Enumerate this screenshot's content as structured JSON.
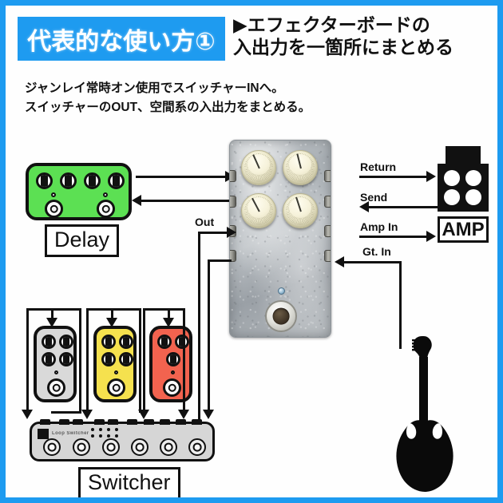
{
  "frame": {
    "border_color": "#1e9bf0"
  },
  "header": {
    "badge": "代表的な使い方①",
    "title_line1": "▶エフェクターボードの",
    "title_line2": "入出力を一箇所にまとめる"
  },
  "description": {
    "line1": "ジャンレイ常時オン使用でスイッチャーINへ。",
    "line2": "スイッチャーのOUT、空間系の入出力をまとめる。"
  },
  "devices": {
    "delay": {
      "label": "Delay",
      "color": "#5ce053",
      "knob_count": 4,
      "led_count": 2,
      "footswitch_count": 2
    },
    "switcher": {
      "label": "Switcher",
      "color": "#d6d6d6",
      "footswitch_count": 6,
      "jack_count": 10
    },
    "amp": {
      "label": "AMP",
      "color": "#111111"
    },
    "loop_pedals": [
      {
        "name": "pedal-gray",
        "color": "#d9d9d9",
        "knob_count": 4
      },
      {
        "name": "pedal-yellow",
        "color": "#f5e14e",
        "knob_count": 4
      },
      {
        "name": "pedal-red",
        "color": "#f2634f",
        "knob_count": 3
      }
    ],
    "main_pedal": {
      "name": "switcher-interface-pedal",
      "knob_count": 4,
      "footswitch_count": 1
    },
    "guitar": {
      "name": "electric-guitar"
    }
  },
  "connection_labels": {
    "out": "Out",
    "return": "Return",
    "send": "Send",
    "amp_in": "Amp In",
    "gt_in": "Gt. In"
  }
}
